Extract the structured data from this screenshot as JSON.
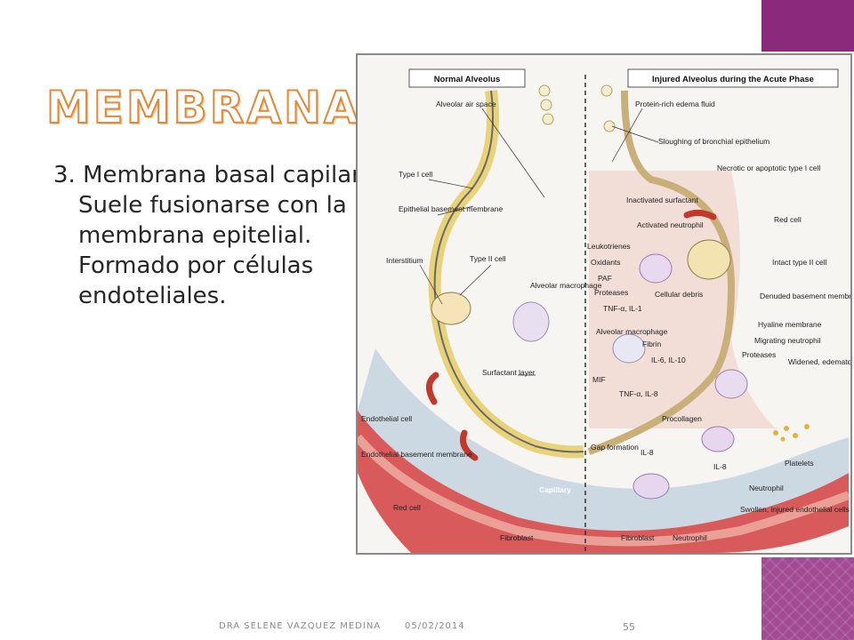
{
  "slide": {
    "title": "MEMBRANAS",
    "body": "3. Membrana basal capilar: Suele fusionarse con la membrana epitelial. Formado por células endoteliales."
  },
  "footer": {
    "author": "DRA SELENE VAZQUEZ MEDINA",
    "date": "05/02/2014",
    "page": "55"
  },
  "figure": {
    "headers": {
      "left": "Normal Alveolus",
      "right": "Injured Alveolus during the Acute Phase"
    },
    "left_labels": [
      "Alveolar air space",
      "Type I cell",
      "Epithelial basement membrane",
      "Interstitium",
      "Type II cell",
      "Alveolar macrophage",
      "Surfactant layer",
      "Endothelial cell",
      "Endothelial basement membrane",
      "Red cell",
      "Fibroblast"
    ],
    "right_labels": [
      "Protein-rich edema fluid",
      "Sloughing of bronchial epithelium",
      "Necrotic or apoptotic type I cell",
      "Inactivated surfactant",
      "Red cell",
      "Activated neutrophil",
      "Leukotrienes",
      "Oxidants",
      "PAF",
      "Proteases",
      "Intact type II cell",
      "Cellular debris",
      "Denuded basement membrane",
      "TNF-α, IL-1",
      "Hyaline membrane",
      "Alveolar macrophage",
      "Fibrin",
      "Migrating neutrophil",
      "IL-6, IL-10",
      "Proteases",
      "Widened, edematous interstitium",
      "MIF",
      "TNF-α, IL-8",
      "Procollagen",
      "Gap formation",
      "IL-8",
      "IL-8",
      "Platelets",
      "Capillary",
      "Neutrophil",
      "Swollen, injured endothelial cells",
      "Fibroblast",
      "Neutrophil"
    ]
  }
}
